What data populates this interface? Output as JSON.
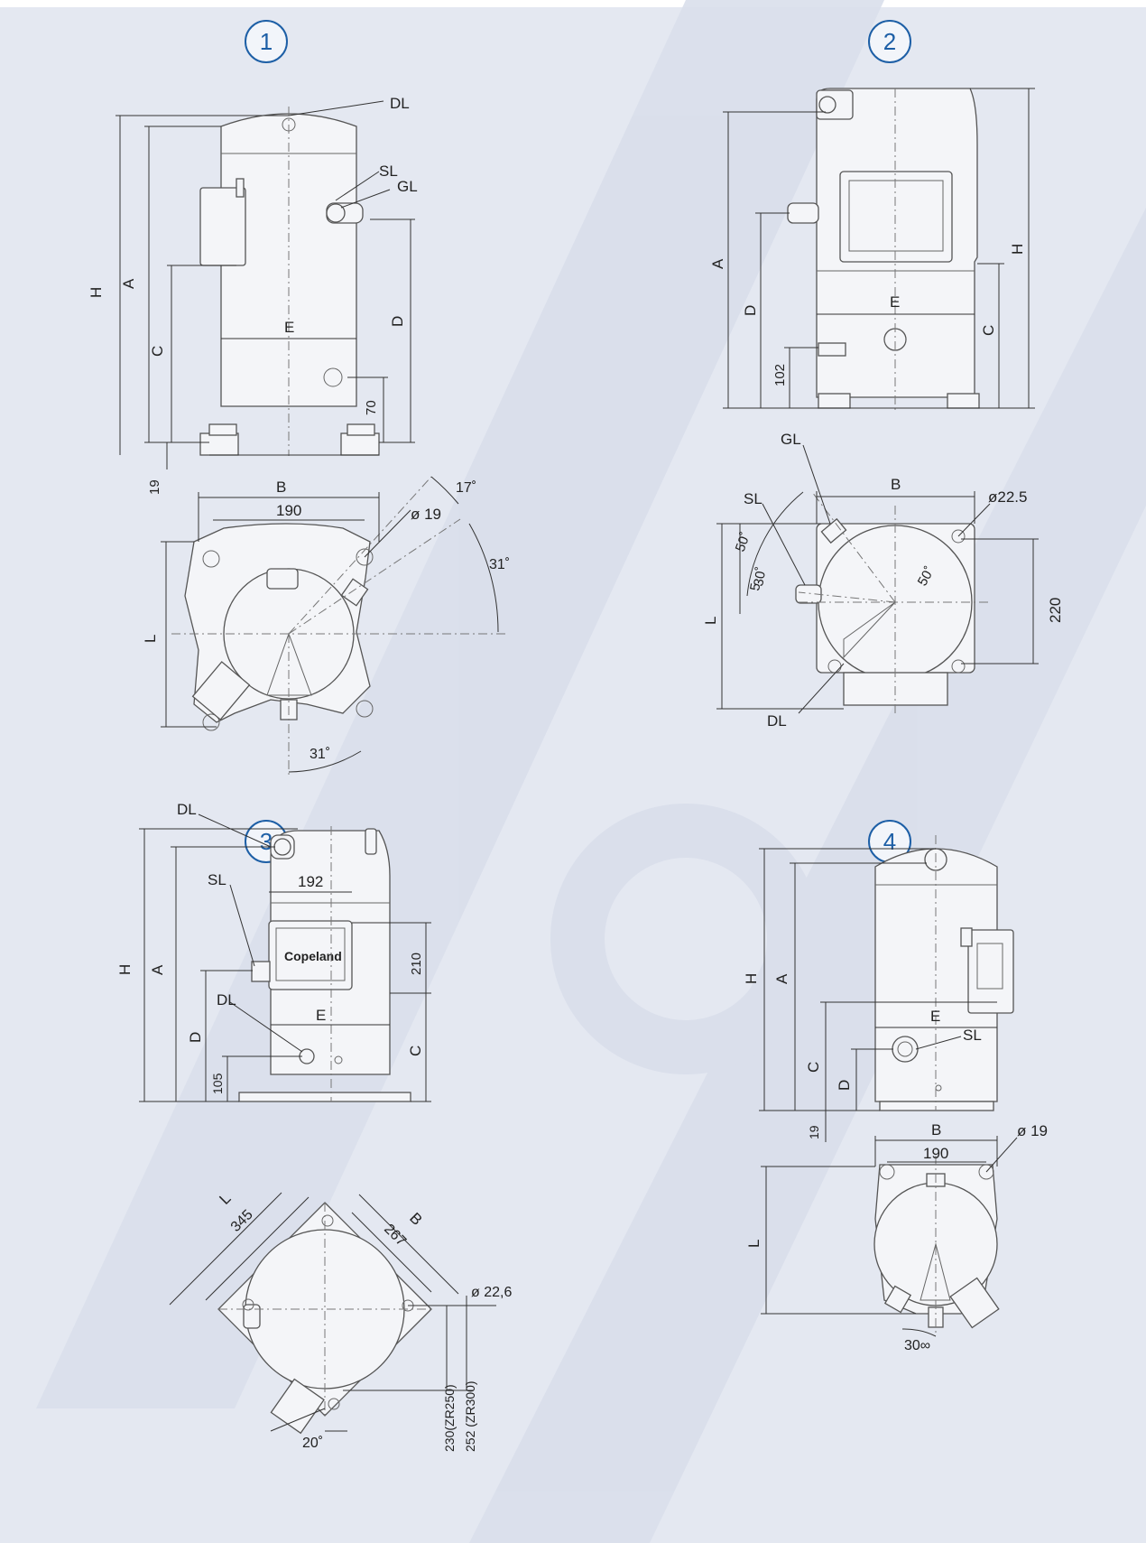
{
  "colors": {
    "background": "#e4e8f1",
    "badge_ring": "#1d5fa6",
    "line": "#333333"
  },
  "watermark_icon": "diagonal-brand-watermark",
  "diagrams": [
    {
      "number": "1",
      "side_labels": {
        "h": "H",
        "a": "A",
        "c": "C",
        "d": "D",
        "e": "E",
        "dl": "DL",
        "sl": "SL",
        "gl": "GL",
        "seventy": "70",
        "nineteen": "19"
      },
      "top_labels": {
        "b": "B",
        "w190": "190",
        "dia": "ø 19",
        "a17": "17˚",
        "a31": "31˚",
        "l": "L",
        "a31b": "31˚"
      }
    },
    {
      "number": "2",
      "side_labels": {
        "a": "A",
        "d": "D",
        "e": "E",
        "c": "C",
        "h": "H",
        "d102": "102"
      },
      "top_labels": {
        "gl": "GL",
        "b": "B",
        "sl": "SL",
        "dia": "ø22.5",
        "a50": "50˚",
        "a30": "30˚",
        "a5": "5",
        "a50b": "50˚",
        "l": "L",
        "d220": "220",
        "dl": "DL"
      }
    },
    {
      "number": "3",
      "side_labels": {
        "dl": "DL",
        "sl": "SL",
        "h": "H",
        "a": "A",
        "d192": "192",
        "d210": "210",
        "d": "D",
        "dl2": "DL",
        "e": "E",
        "c": "C",
        "d105": "105"
      },
      "top_labels": {
        "l": "L",
        "d345": "345",
        "b": "B",
        "d267": "267",
        "dia": "ø 22,6",
        "zr250": "230(ZR250)",
        "zr300": "252 (ZR300)",
        "a20": "20˚"
      }
    },
    {
      "number": "4",
      "side_labels": {
        "h": "H",
        "a": "A",
        "e": "E",
        "sl": "SL",
        "c": "C",
        "d": "D",
        "nineteen": "19"
      },
      "top_labels": {
        "b": "B",
        "w190": "190",
        "dia": "ø 19",
        "l": "L",
        "a30": "30∞"
      }
    }
  ]
}
